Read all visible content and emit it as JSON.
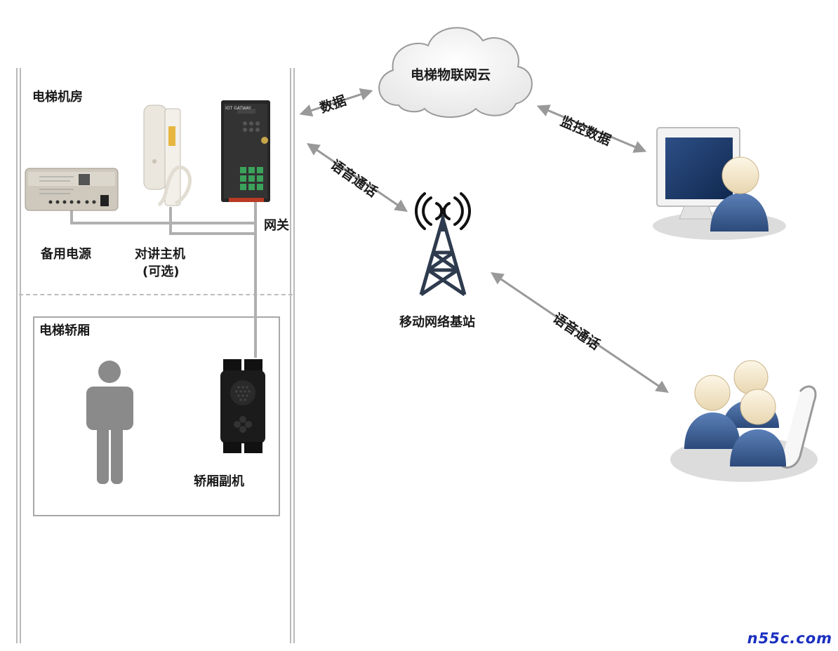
{
  "machine_room": {
    "title": "电梯机房"
  },
  "devices": {
    "backup_power": "备用电源",
    "intercom_host": "对讲主机",
    "intercom_optional": "(可选)",
    "gateway": "网关",
    "gateway_badge": "IOT GATWAY"
  },
  "elevator_car": {
    "title": "电梯轿厢",
    "sub_unit": "轿厢副机"
  },
  "cloud": {
    "label": "电梯物联网云"
  },
  "base_station": {
    "label": "移动网络基站"
  },
  "links": {
    "data": "数据",
    "monitor_data": "监控数据",
    "voice_call_1": "语音通话",
    "voice_call_2": "语音通话"
  },
  "watermark": "n55c.com",
  "colors": {
    "person_grey": "#8a8a8a",
    "user_blue": "#3a5f96",
    "tower": "#2e3b4e",
    "arrow": "#999999"
  }
}
